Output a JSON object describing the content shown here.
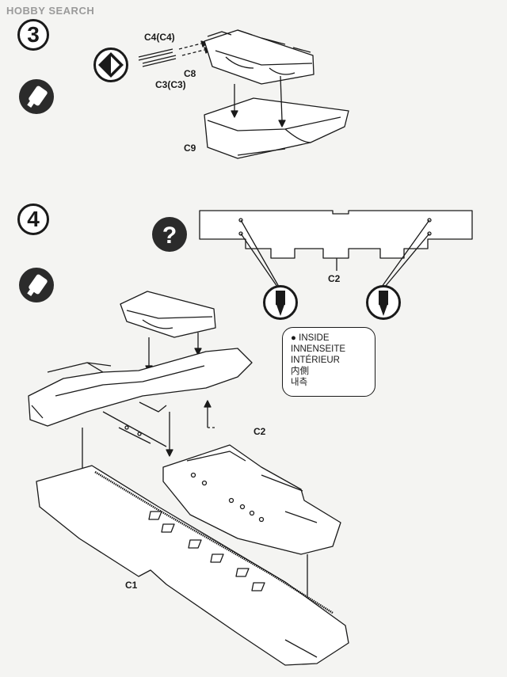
{
  "watermark": "HOBBY SEARCH",
  "steps": [
    {
      "number": "3",
      "labels": {
        "c4": "C4(C4)",
        "c3": "C3(C3)",
        "c8": "C8",
        "c9": "C9"
      }
    },
    {
      "number": "4",
      "labels": {
        "c2_top": "C2",
        "c2_wing": "C2",
        "c1": "C1"
      }
    }
  ],
  "icons": {
    "step3_option": "diamond-arrow-icon",
    "step3_glue": "glue-tube-icon",
    "step4_question": "question-icon",
    "step4_glue": "glue-tube-icon",
    "drill": "drill-bit-icon"
  },
  "inside_note": [
    "INSIDE",
    "INNENSEITE",
    "INTÉRIEUR",
    "内側",
    "내측"
  ],
  "colors": {
    "ink": "#1a1a1a",
    "paper": "#f4f4f2",
    "icon_bg": "#2b2b2b"
  }
}
